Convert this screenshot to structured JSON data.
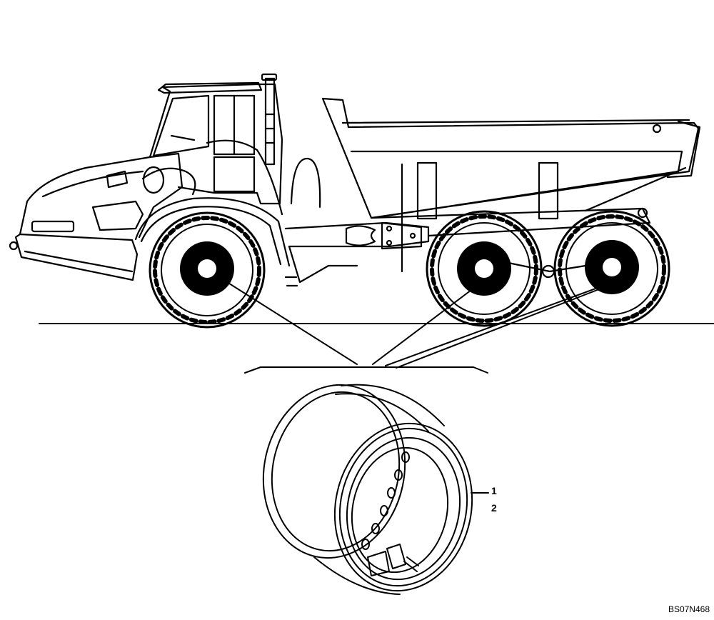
{
  "diagram": {
    "callouts": [
      {
        "id": "1",
        "label": "1"
      },
      {
        "id": "2",
        "label": "2"
      }
    ],
    "reference_code": "BS07N468"
  },
  "colors": {
    "ink": "#000000",
    "background": "#ffffff"
  },
  "icons": {
    "vehicle": "articulated-dump-truck",
    "part": "wheel-rim"
  }
}
